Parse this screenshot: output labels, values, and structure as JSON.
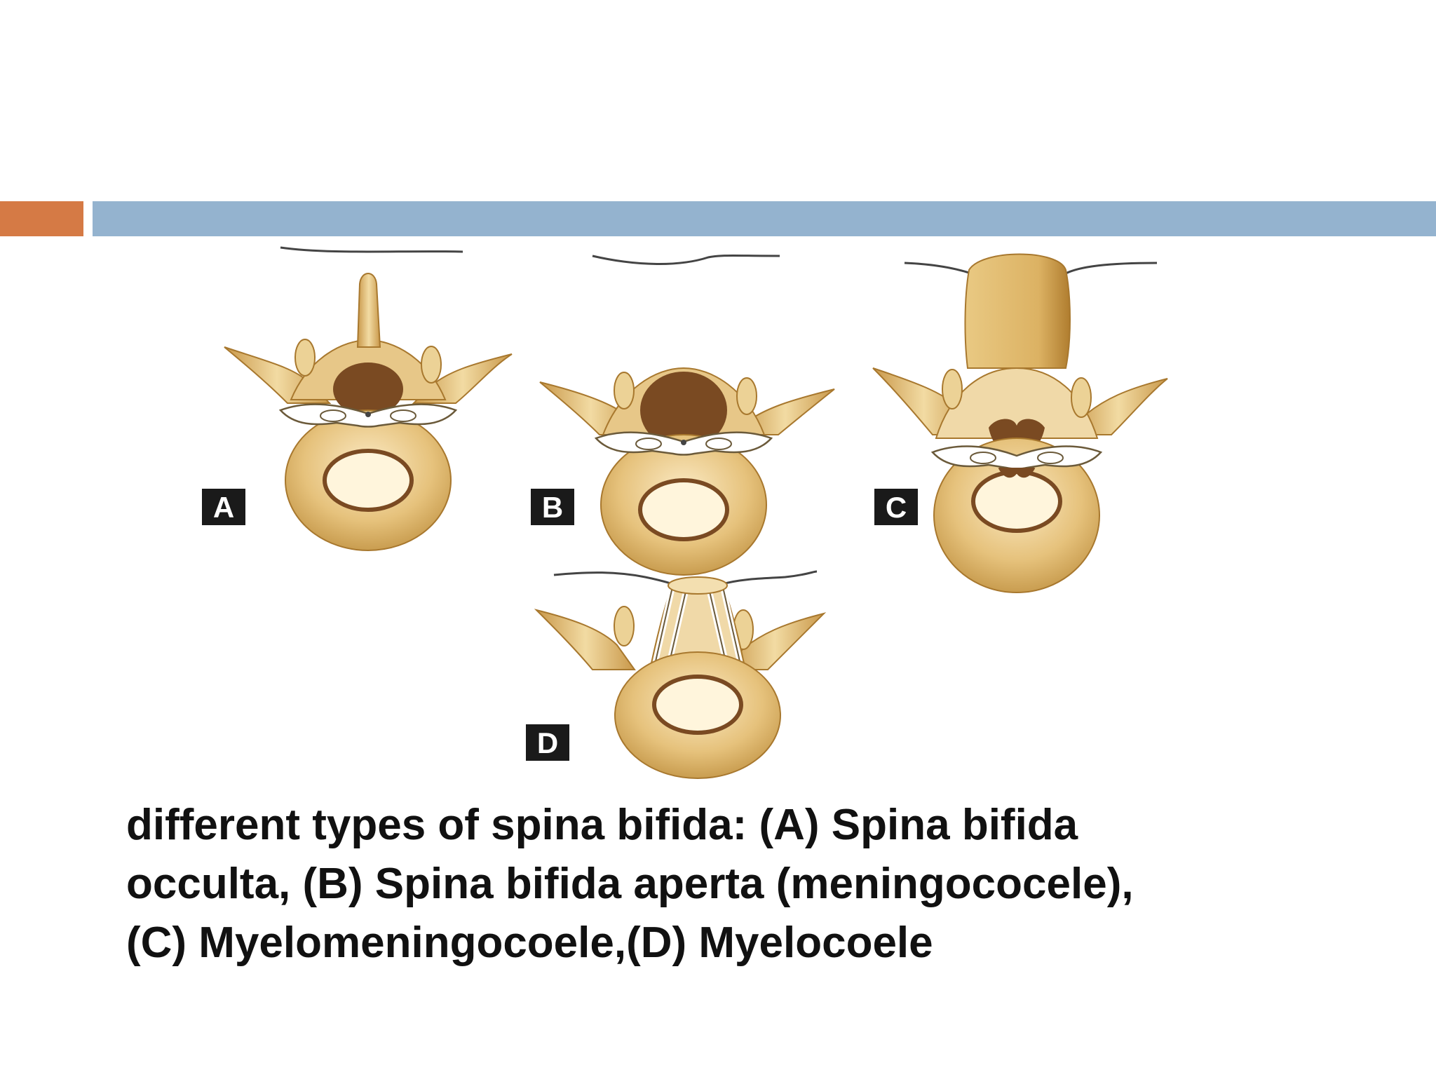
{
  "slide": {
    "accent_colors": {
      "orange": "#d57a45",
      "blue": "#94b3cf",
      "bone": "#e3c27d",
      "bone_dark": "#b8893a",
      "dura": "#7a4a22"
    },
    "figure": {
      "panels": [
        {
          "id": "A",
          "label": "A"
        },
        {
          "id": "B",
          "label": "B"
        },
        {
          "id": "C",
          "label": "C"
        },
        {
          "id": "D",
          "label": "D"
        }
      ]
    },
    "caption": {
      "line1": "different types of spina bifida: (A) Spina bifida",
      "line2": "occulta, (B) Spina bifida aperta (meningococele),",
      "line3": "(C) Myelomeningocoele,(D) Myelocoele"
    }
  }
}
